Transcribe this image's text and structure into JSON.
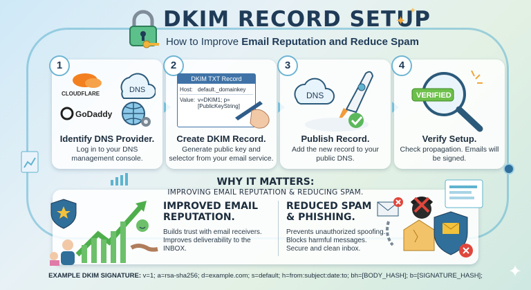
{
  "header": {
    "title": "DKIM RECORD SETUP",
    "subtitle_prefix": "How to Improve ",
    "subtitle_bold": "Email Reputation and Reduce Spam"
  },
  "steps": [
    {
      "number": "1",
      "title": "Identify DNS Provider.",
      "desc": "Log in to your DNS management console.",
      "logo_a": "CLOUDFLARE",
      "logo_b": "GoDaddy",
      "cloud_label": "DNS"
    },
    {
      "number": "2",
      "title": "Create DKIM Record.",
      "desc": "Generate public key and selector from your email service.",
      "record_title": "DKIM TXT Record",
      "host_label": "Host:",
      "host_value": "default._domainkey",
      "value_label": "Value:",
      "value_value": "v=DKIM1; p= [PublicKeyString]"
    },
    {
      "number": "3",
      "title": "Publish Record.",
      "desc": "Add the new record to your public DNS.",
      "cloud_label": "DNS"
    },
    {
      "number": "4",
      "title": "Verify Setup.",
      "desc": "Check propagation. Emails will be signed.",
      "stamp": "VERIFIED"
    }
  ],
  "why": {
    "title": "WHY IT MATTERS:",
    "subtitle": "IMPROVING EMAIL REPUTATION & REDUCING SPAM.",
    "benefits": [
      {
        "title": "IMPROVED EMAIL REPUTATION.",
        "desc": "Builds trust with email receivers. Improves deliverability to the INBOX."
      },
      {
        "title": "REDUCED SPAM & PHISHING.",
        "desc": "Prevents unauthorized spoofing. Blocks harmful messages. Secure and clean inbox."
      }
    ]
  },
  "footer": {
    "label": "EXAMPLE DKIM SIGNATURE:",
    "value": "v=1; a=rsa-sha256; d=example.com; s=default; h=from:subject:date:to; bh=[BODY_HASH]; b=[SIGNATURE_HASH];"
  },
  "colors": {
    "accent": "#5fb3cf",
    "title": "#1f3b57",
    "verified": "#6cbf4a",
    "danger": "#e0473c"
  }
}
